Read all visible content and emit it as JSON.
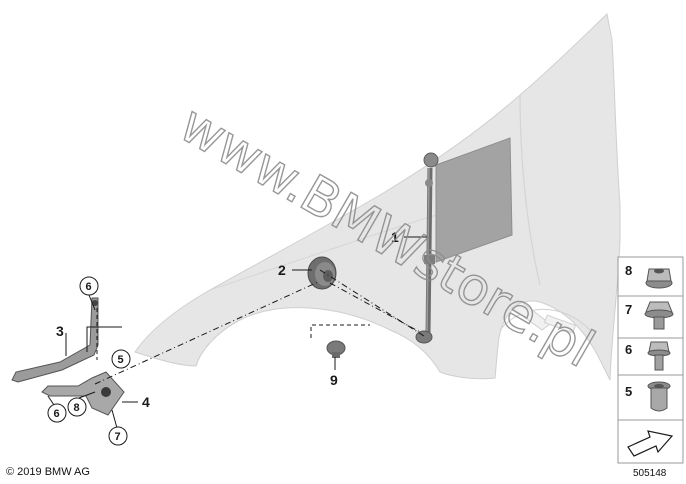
{
  "watermark": "www.BMWstore.pl",
  "copyright": "© 2019 BMW AG",
  "diagram_id": "505148",
  "callouts": {
    "c1": "1",
    "c2": "2",
    "c3": "3",
    "c4": "4",
    "c9": "9",
    "circ6a": "6",
    "circ5": "5",
    "circ6b": "6",
    "circ8": "8",
    "circ7": "7"
  },
  "legend": {
    "items": [
      {
        "num": "8",
        "icon": "flange-nut-icon"
      },
      {
        "num": "7",
        "icon": "collar-nut-icon"
      },
      {
        "num": "6",
        "icon": "hex-bolt-icon"
      },
      {
        "num": "5",
        "icon": "bushing-icon"
      }
    ],
    "arrow_icon": "direction-arrow-icon"
  },
  "colors": {
    "fender": "#e4e4e4",
    "fender_edge": "#c9c9c9",
    "mast": "#7a7a7a",
    "plate": "#a3a3a3",
    "line": "#1a1a1a",
    "watermark": "#8c8c8c"
  }
}
